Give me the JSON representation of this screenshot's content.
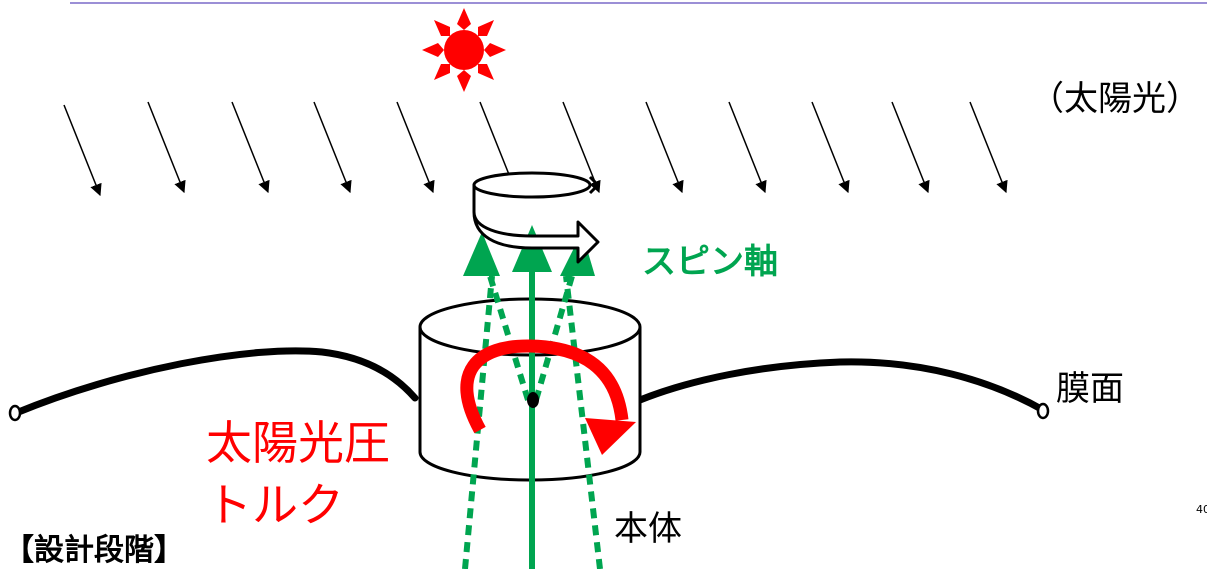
{
  "labels": {
    "sunlight": "（太陽光）",
    "spin_axis": "スピン軸",
    "membrane": "膜面",
    "srp_torque_line1": "太陽光圧",
    "srp_torque_line2": "トルク",
    "body": "本体",
    "design_stage": "【設計段階】",
    "page_number": "40"
  },
  "colors": {
    "accent_line": "#9b8fd6",
    "sun": "#ff0000",
    "spin_axis": "#00a550",
    "torque": "#ff0000",
    "ink": "#000000"
  },
  "icons": {
    "sun": "sun-icon",
    "rotation": "rotation-arrow-icon",
    "torque": "torque-arrow-icon"
  }
}
